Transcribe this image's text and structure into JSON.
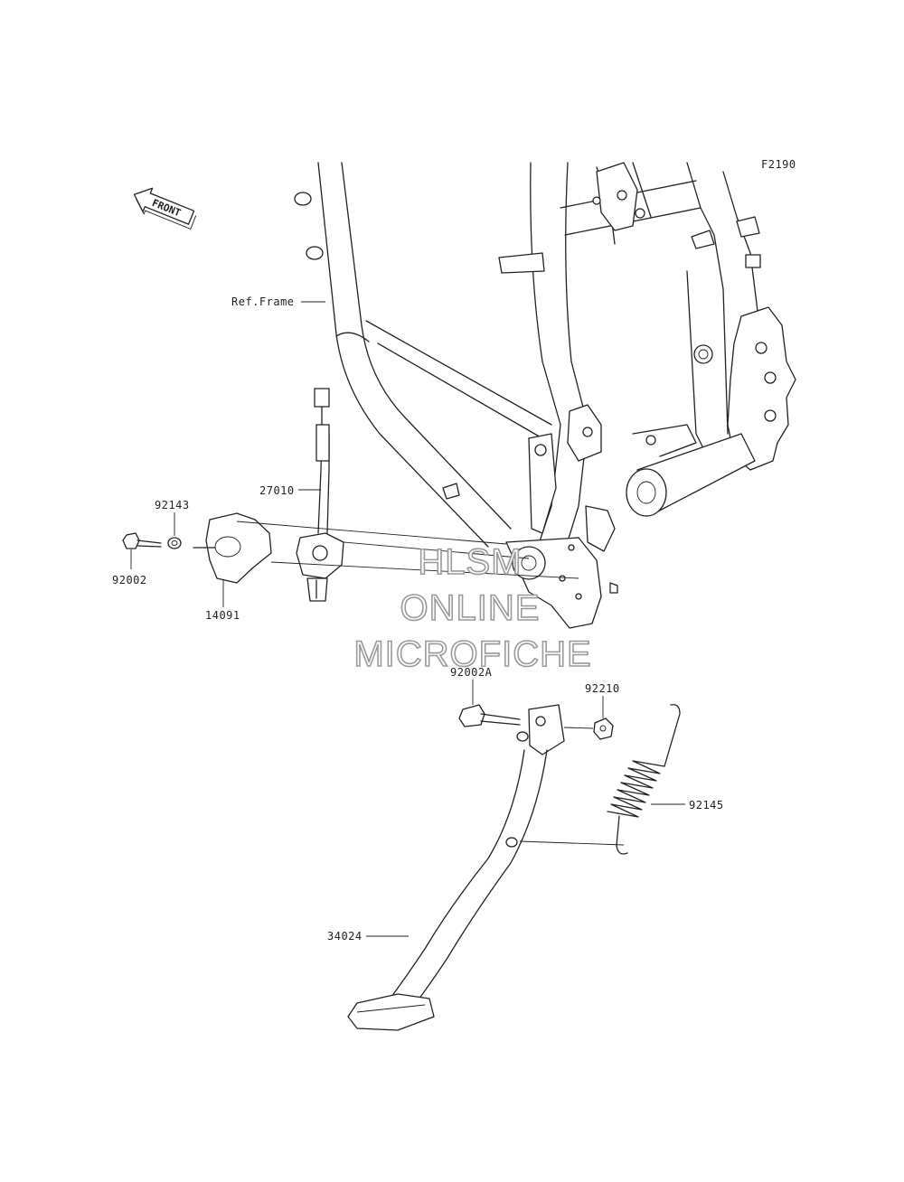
{
  "figure_code": "F2190",
  "front_label": "FRONT",
  "ref_frame_label": "Ref.Frame",
  "callouts": {
    "p92143": "92143",
    "p92002": "92002",
    "p14091": "14091",
    "p27010": "27010",
    "p92002A": "92002A",
    "p92210": "92210",
    "p92145": "92145",
    "p34024": "34024"
  },
  "watermark": {
    "line1": "HLSM",
    "line2": "ONLINE",
    "line3": "MICROFICHE"
  }
}
